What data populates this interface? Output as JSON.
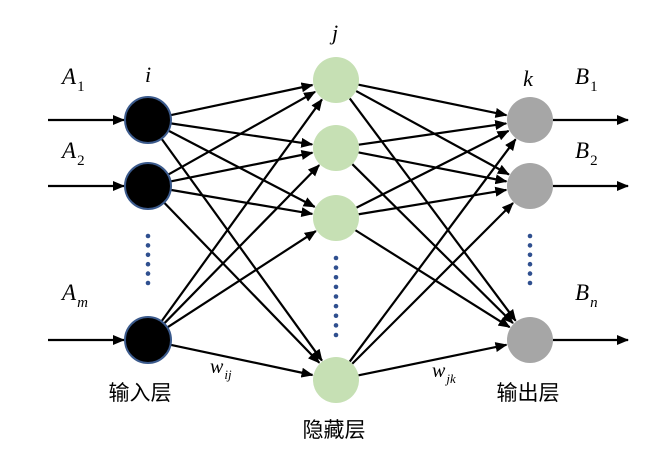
{
  "layers": {
    "input": {
      "label": "输入层",
      "node_symbol": "i",
      "color": "#000000",
      "stroke": "#3b5a8c"
    },
    "hidden": {
      "label": "隐藏层",
      "node_symbol": "j",
      "color": "#c6e0b4"
    },
    "output": {
      "label": "输出层",
      "node_symbol": "k",
      "color": "#a6a6a6"
    }
  },
  "inputs": [
    {
      "base": "A",
      "sub": "1"
    },
    {
      "base": "A",
      "sub": "2"
    },
    {
      "base": "A",
      "sub": "m"
    }
  ],
  "outputs": [
    {
      "base": "B",
      "sub": "1"
    },
    {
      "base": "B",
      "sub": "2"
    },
    {
      "base": "B",
      "sub": "n"
    }
  ],
  "weights": {
    "input_hidden": {
      "base": "w",
      "sub": "ij"
    },
    "hidden_output": {
      "base": "w",
      "sub": "jk"
    }
  },
  "ellipsis_color": "#2f4f8f"
}
